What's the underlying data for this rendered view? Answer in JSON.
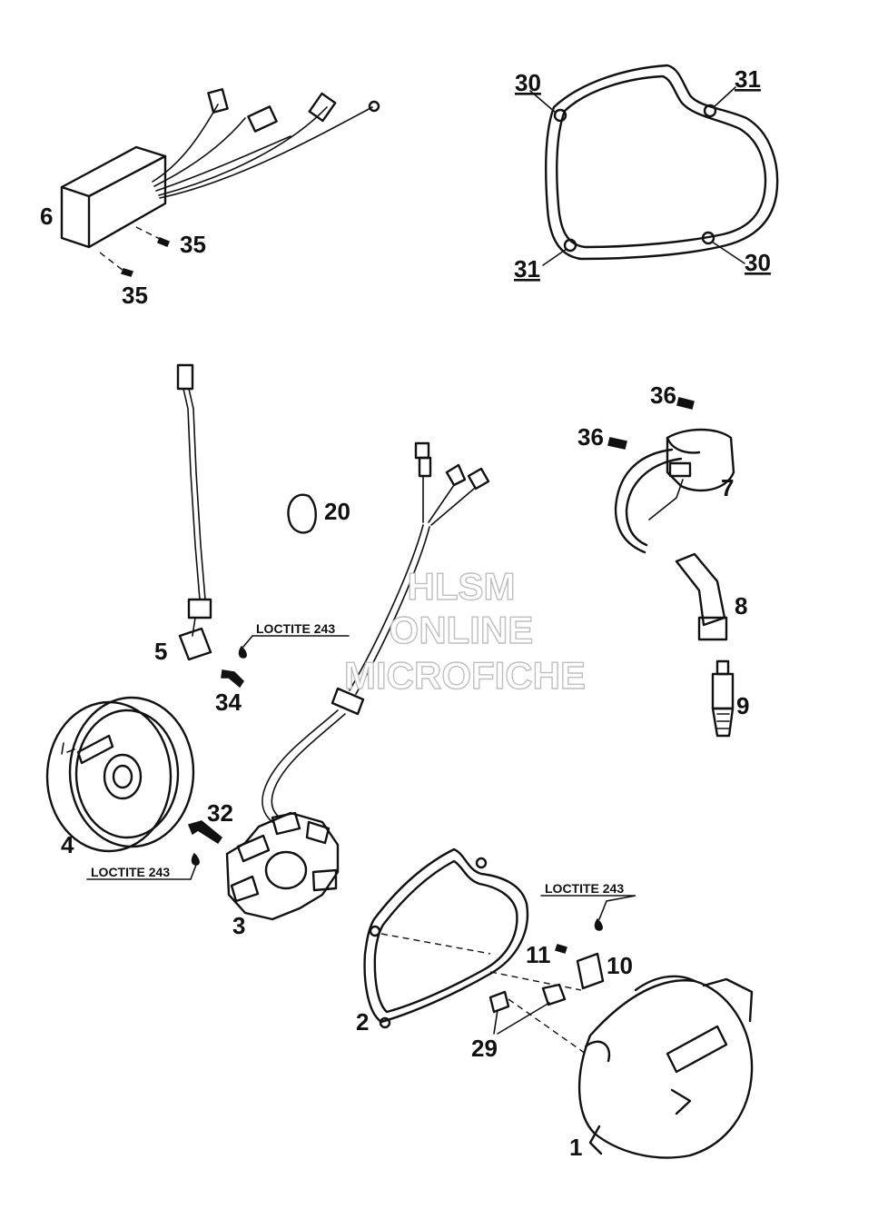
{
  "watermark": {
    "line1": "HLSM",
    "line2": "ONLINE",
    "line3": "MICROFICHE"
  },
  "notes": {
    "loctite_a": "LOCTITE 243",
    "loctite_b": "LOCTITE 243",
    "loctite_c": "LOCTITE 243"
  },
  "callouts": {
    "p1": "1",
    "p2": "2",
    "p3": "3",
    "p4": "4",
    "p5": "5",
    "p6": "6",
    "p7": "7",
    "p8": "8",
    "p9": "9",
    "p10": "10",
    "p11": "11",
    "p20": "20",
    "p29": "29",
    "p30a": "30",
    "p30b": "30",
    "p31a": "31",
    "p31b": "31",
    "p32": "32",
    "p34": "34",
    "p35a": "35",
    "p35b": "35",
    "p36a": "36",
    "p36b": "36"
  }
}
